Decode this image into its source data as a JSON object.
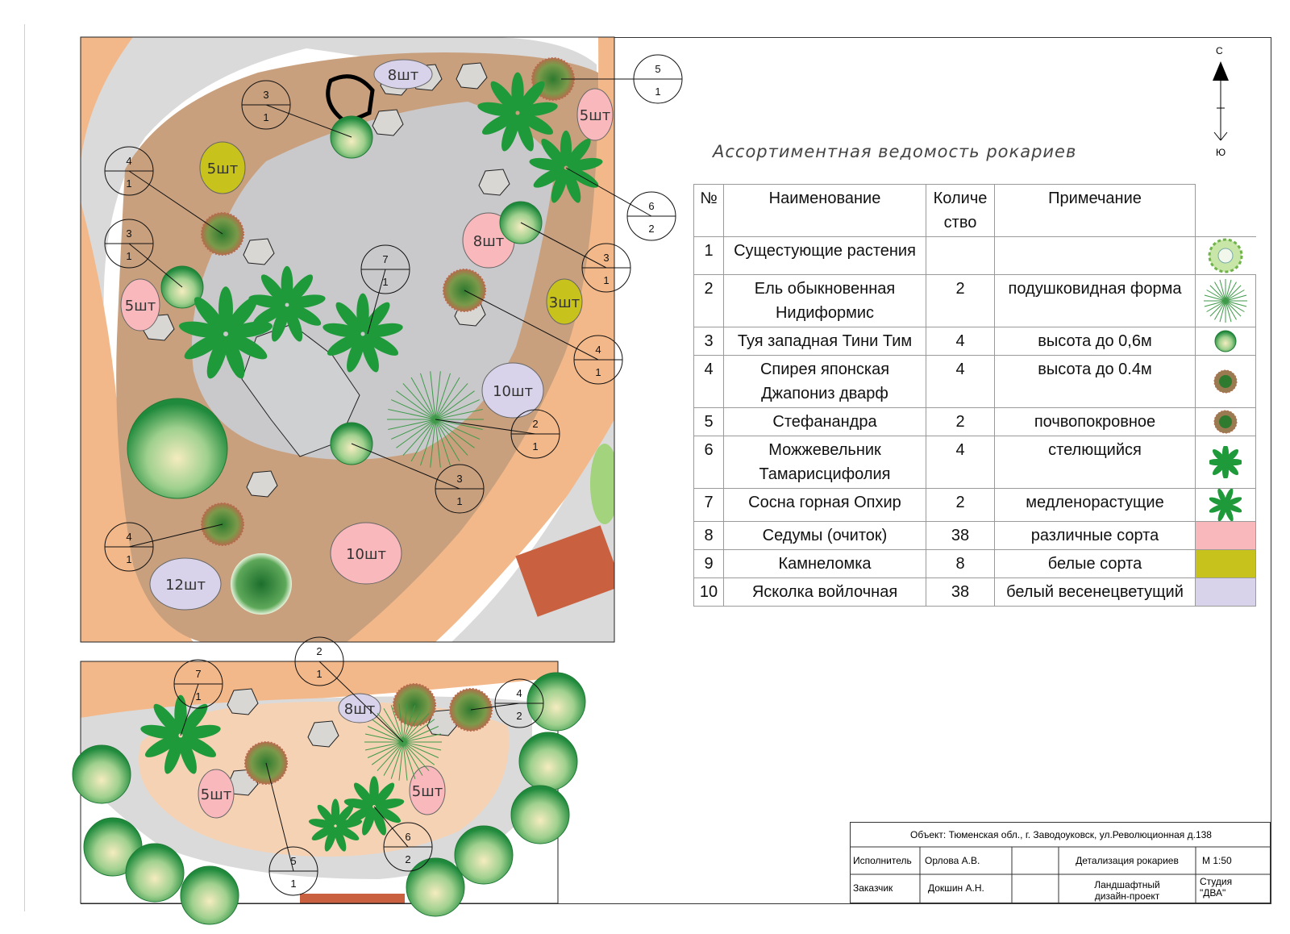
{
  "title": "Ассортиментная ведомость рокариев",
  "table": {
    "headers": [
      "№",
      "Наименование",
      "Количество",
      "Примечание"
    ],
    "header_qty_lines": [
      "Количе",
      "ство"
    ],
    "rows": [
      {
        "n": "1",
        "name": [
          "Сущестующие растения"
        ],
        "qty": "",
        "note": "",
        "symbol": "existing-plant-icon"
      },
      {
        "n": "2",
        "name": [
          "Ель обыкновенная",
          "Нидиформис"
        ],
        "qty": "2",
        "note": "подушковидная форма",
        "symbol": "spruce-icon"
      },
      {
        "n": "3",
        "name": [
          "Туя западная Тини Тим"
        ],
        "qty": "4",
        "note": "высота до 0,6м",
        "symbol": "thuja-icon"
      },
      {
        "n": "4",
        "name": [
          "Спирея японская",
          "Джапониз дварф"
        ],
        "qty": "4",
        "note": "высота до 0.4м",
        "symbol": "spirea-icon"
      },
      {
        "n": "5",
        "name": [
          "Стефанандра"
        ],
        "qty": "2",
        "note": "почвопокровное",
        "symbol": "stephanandra-icon"
      },
      {
        "n": "6",
        "name": [
          "Можжевельник",
          "Тамарисцифолия"
        ],
        "qty": "4",
        "note": "стелющийся",
        "symbol": "juniper-icon"
      },
      {
        "n": "7",
        "name": [
          "Сосна горная Опхир"
        ],
        "qty": "2",
        "note": "медленорастущие",
        "symbol": "pine-icon"
      },
      {
        "n": "8",
        "name": [
          "Седумы (очиток)"
        ],
        "qty": "38",
        "note": "различные сорта",
        "symbol": "sedum-swatch",
        "color": "#f9b8bc"
      },
      {
        "n": "9",
        "name": [
          "Камнеломка"
        ],
        "qty": "8",
        "note": "белые сорта",
        "symbol": "saxifraga-swatch",
        "color": "#c8c21c"
      },
      {
        "n": "10",
        "name": [
          "Ясколка войлочная"
        ],
        "qty": "38",
        "note": "белый весенецветущий",
        "symbol": "cerastium-swatch",
        "color": "#d8d3ea"
      }
    ]
  },
  "compass": {
    "north": "С",
    "south": "Ю"
  },
  "stamp": {
    "object": "Объект: Тюменская обл., г. Заводоуковск, ул.Революционная д.138",
    "executor_label": "Исполнитель",
    "executor": "Орлова А.В.",
    "sheet": "Детализация рокариев",
    "scale": "М 1:50",
    "customer_label": "Заказчик",
    "customer": "Докшин А.Н.",
    "project_type": [
      "Ландшафтный",
      "дизайн-проект"
    ],
    "studio": [
      "Студия",
      "\"ДВА\""
    ]
  },
  "plan": {
    "quantity_labels": [
      "8шт",
      "5шт",
      "5шт",
      "8шт",
      "5шт",
      "3шт",
      "10шт",
      "10шт",
      "12шт",
      "8шт",
      "5шт",
      "5шт"
    ],
    "callouts": [
      {
        "top": "5",
        "bottom": "1"
      },
      {
        "top": "3",
        "bottom": "1"
      },
      {
        "top": "4",
        "bottom": "1"
      },
      {
        "top": "6",
        "bottom": "2"
      },
      {
        "top": "3",
        "bottom": "1"
      },
      {
        "top": "3",
        "bottom": "1"
      },
      {
        "top": "7",
        "bottom": "1"
      },
      {
        "top": "4",
        "bottom": "1"
      },
      {
        "top": "2",
        "bottom": "1"
      },
      {
        "top": "3",
        "bottom": "1"
      },
      {
        "top": "4",
        "bottom": "1"
      },
      {
        "top": "2",
        "bottom": "1"
      },
      {
        "top": "7",
        "bottom": "1"
      },
      {
        "top": "4",
        "bottom": "2"
      },
      {
        "top": "5",
        "bottom": "1"
      },
      {
        "top": "6",
        "bottom": "2"
      }
    ],
    "colors": {
      "soil": "#c9a07e",
      "path": "#f3b88a",
      "gravel": "#d9d9d9",
      "stone_area": "#c9c9cc",
      "sedum": "#f9b8bc",
      "saxifraga": "#c8c21c",
      "cerastium": "#d8d3ea"
    }
  }
}
